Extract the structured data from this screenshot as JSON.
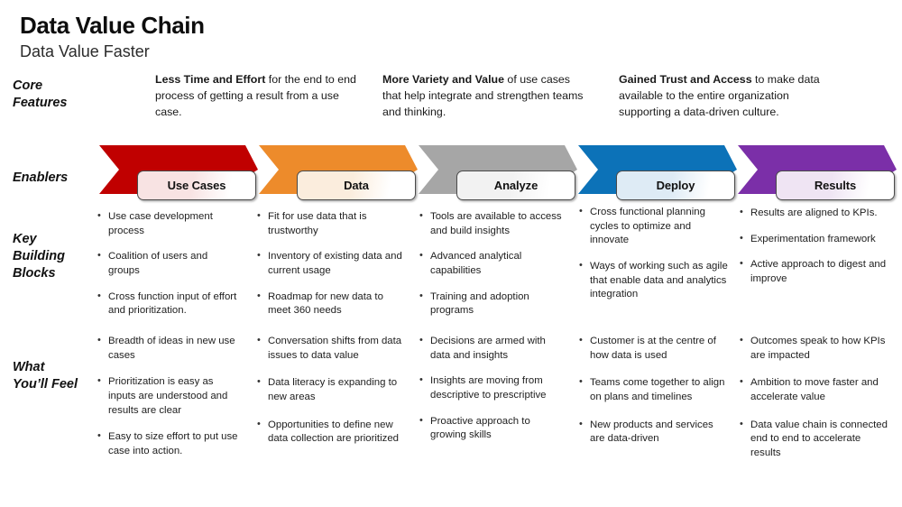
{
  "title": {
    "main": "Data Value Chain",
    "sub": "Data Value Faster"
  },
  "row_labels": {
    "core_features": "Core\nFeatures",
    "enablers": "Enablers",
    "key_building_blocks": "Key\nBuilding\nBlocks",
    "what_youll_feel": "What\nYou’ll Feel"
  },
  "core_features": [
    {
      "lead": "Less Time and Effort",
      "rest": " for the end to end process of getting a result from a use case."
    },
    {
      "lead": "More Variety and Value",
      "rest": " of use cases that help integrate and strengthen teams and thinking."
    },
    {
      "lead": "Gained Trust and Access",
      "rest": " to make data available to the entire organization supporting a data-driven culture."
    }
  ],
  "enablers": [
    {
      "label": "Use Cases",
      "color": "#C00000",
      "box_tint": "#F8E3E3"
    },
    {
      "label": "Data",
      "color": "#ED8B2B",
      "box_tint": "#FBEDDD"
    },
    {
      "label": "Analyze",
      "color": "#A6A6A6",
      "box_tint": "#F2F2F2"
    },
    {
      "label": "Deploy",
      "color": "#0C72B8",
      "box_tint": "#DEEBF5"
    },
    {
      "label": "Results",
      "color": "#7B2FA8",
      "box_tint": "#EFE4F3"
    }
  ],
  "key_building_blocks": [
    [
      "Use case development process",
      "Coalition of users and groups",
      "Cross function input of effort and prioritization."
    ],
    [
      "Fit for use data that is trustworthy",
      "Inventory of existing data and current usage",
      "Roadmap for new data to meet 360 needs"
    ],
    [
      "Tools are available to access and build insights",
      "Advanced analytical capabilities",
      "Training and adoption programs"
    ],
    [
      "Cross functional planning cycles to optimize and innovate",
      "Ways of working such as agile that enable data and analytics integration"
    ],
    [
      "Results are aligned to KPIs.",
      "Experimentation framework",
      "Active approach to digest and improve"
    ]
  ],
  "what_youll_feel": [
    [
      "Breadth of ideas in new use cases",
      "Prioritization is easy as inputs are understood and results are clear",
      "Easy to size effort to put use case into action."
    ],
    [
      "Conversation shifts from data issues to data value",
      "Data literacy is expanding to new areas",
      "Opportunities to define new data collection are prioritized"
    ],
    [
      "Decisions are armed with data and insights",
      "Insights are moving from descriptive to prescriptive",
      "Proactive approach to growing skills"
    ],
    [
      "Customer is at the centre of how data is used",
      "Teams come together to align on plans and timelines",
      "New products and services are data-driven"
    ],
    [
      "Outcomes speak to how KPIs are impacted",
      "Ambition to move faster and accelerate value",
      "Data value chain is connected end to end to accelerate results"
    ]
  ]
}
